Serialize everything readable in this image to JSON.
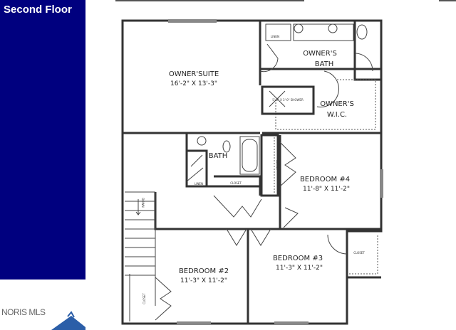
{
  "header": {
    "title": "Second Floor"
  },
  "watermark": {
    "text": "NORIS MLS"
  },
  "colors": {
    "panel": "#00007f",
    "logo": "#2b5ea8"
  },
  "rooms": {
    "owners_suite": {
      "name": "OWNER'SUITE",
      "size": "16'-2\" X 13'-3\""
    },
    "owners_bath": {
      "name_line1": "OWNER'S",
      "name_line2": "BATH"
    },
    "owners_wic": {
      "name_line1": "OWNER'S",
      "name_line2": "W.I.C."
    },
    "shower": {
      "label": "5'-0\" X 3'-0\" SHOWER"
    },
    "bath": {
      "name": "BATH"
    },
    "linen_top": {
      "label": "LINEN"
    },
    "linen_hall": {
      "label": "LINEN"
    },
    "hall_closet": {
      "label": "CLOSET"
    },
    "bed4_closet": {
      "label": "CLOSET"
    },
    "bedroom4": {
      "name": "BEDROOM #4",
      "size": "11'-8\" X 11'-2\""
    },
    "bedroom2": {
      "name": "BEDROOM #2",
      "size": "11'-3\" X 11'-2\""
    },
    "bedroom3": {
      "name": "BEDROOM #3",
      "size": "11'-3\" X 11'-2\""
    },
    "bed2_closet": {
      "label": "CLOSET"
    },
    "bed3_closet": {
      "label": "CLOSET"
    },
    "stairs": {
      "label": "DOWN"
    }
  }
}
